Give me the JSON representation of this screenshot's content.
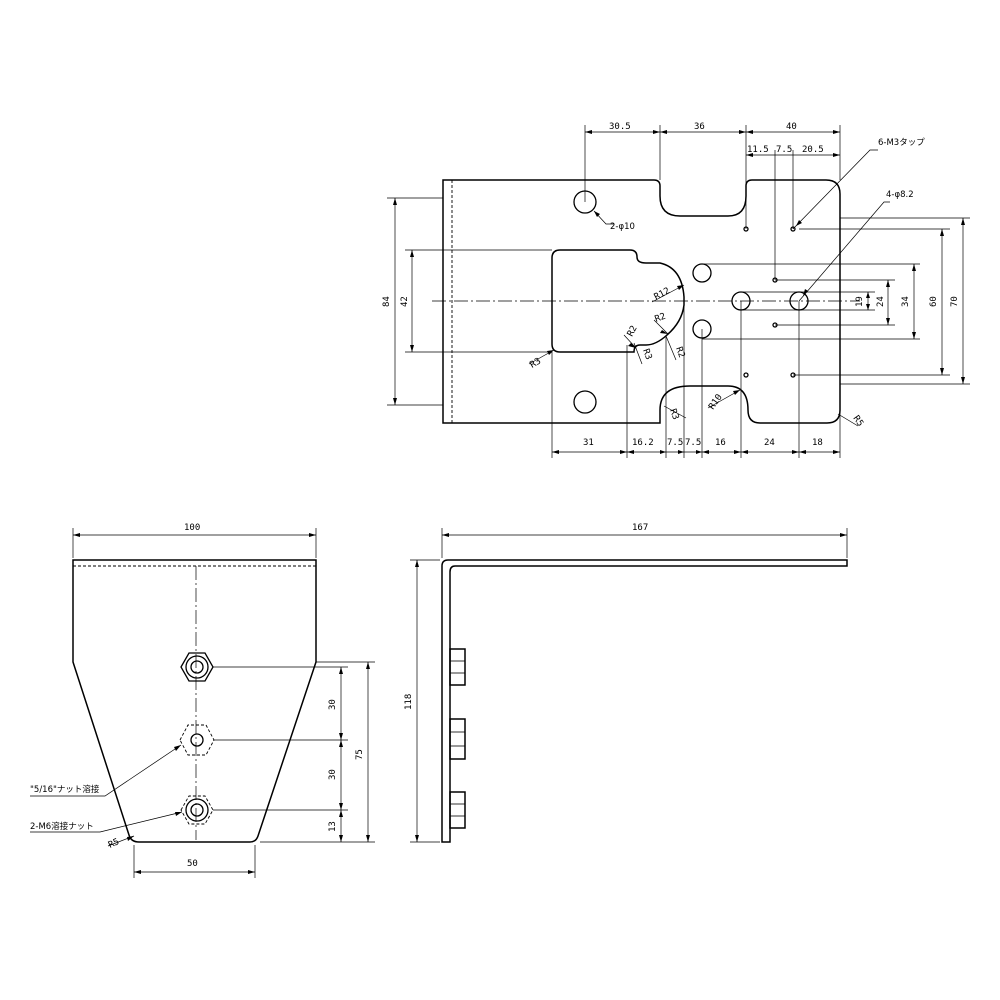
{
  "top_view": {
    "dims_top": [
      "30.5",
      "36",
      "40"
    ],
    "dims_top_sub": [
      "11.5",
      "7.5",
      "20.5"
    ],
    "dims_bottom": [
      "31",
      "16.2",
      "7.5",
      "7.5",
      "16",
      "24",
      "18"
    ],
    "dims_left": [
      "84",
      "42"
    ],
    "dims_right": [
      "19",
      "24",
      "34",
      "60",
      "70"
    ],
    "radii": {
      "r12": "R12",
      "r2a": "R2",
      "r2b": "R2",
      "r2c": "R2",
      "r3a": "R3",
      "r3b": "R3",
      "r3c": "R3",
      "r10": "R10",
      "r5": "R5"
    },
    "notes": {
      "m3_tap": "6-M3タップ",
      "hole_8_2": "4-φ8.2",
      "hole_10": "2-φ10"
    }
  },
  "front_view": {
    "dim_width": "100",
    "dim_bottom": "50",
    "dims_right": [
      "30",
      "30",
      "13"
    ],
    "dim_total": "75",
    "radius": "R5",
    "notes": {
      "nut_5_16": "\"5/16\"ナット溶接",
      "nut_m6": "2-M6溶接ナット"
    }
  },
  "side_view": {
    "dim_length": "167",
    "dim_height": "118"
  }
}
